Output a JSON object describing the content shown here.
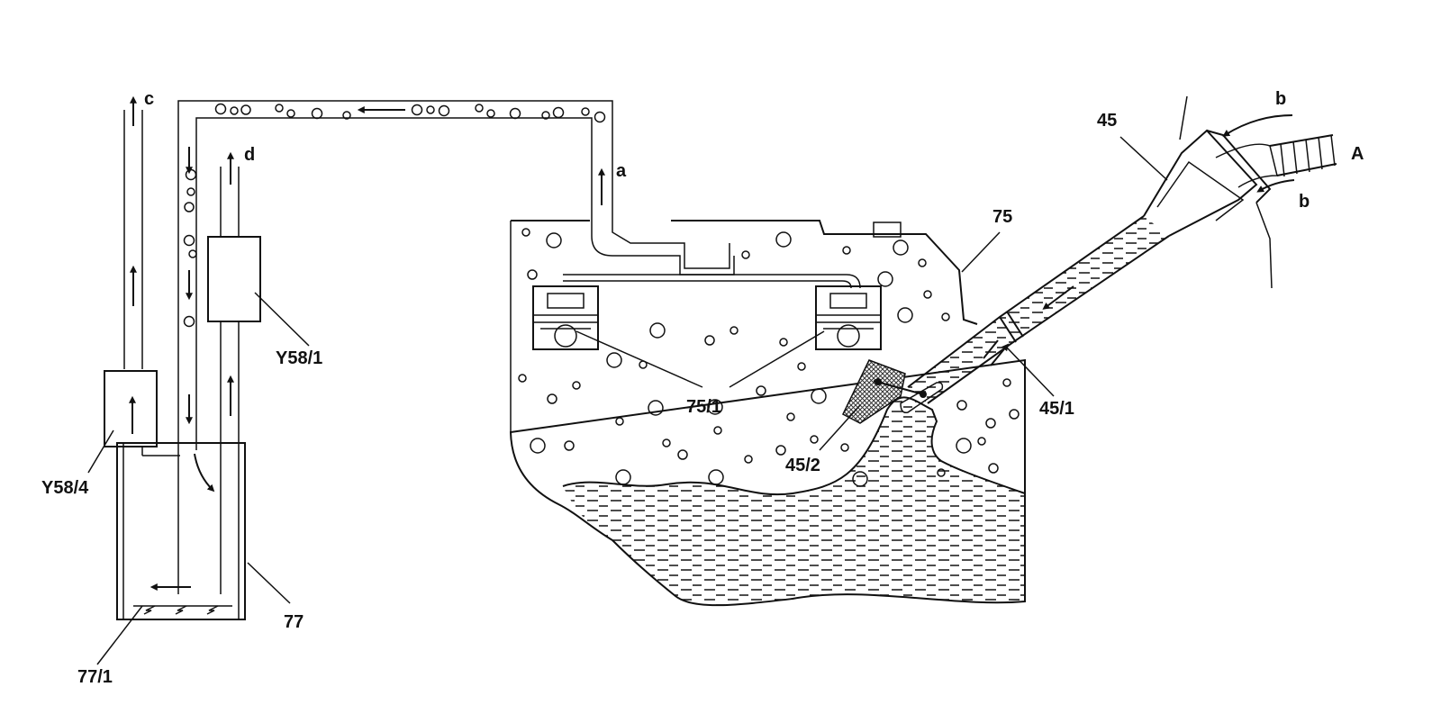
{
  "labels": {
    "c": "c",
    "d": "d",
    "a": "a",
    "b_top": "b",
    "b_bottom": "b",
    "A": "A",
    "p45": "45",
    "p75": "75",
    "p75_1": "75/1",
    "p45_1": "45/1",
    "p45_2": "45/2",
    "y58_1": "Y58/1",
    "y58_4": "Y58/4",
    "p77": "77",
    "p77_1": "77/1"
  },
  "colors": {
    "line": "#111111",
    "background": "#ffffff",
    "crosshatch": "#555555"
  }
}
